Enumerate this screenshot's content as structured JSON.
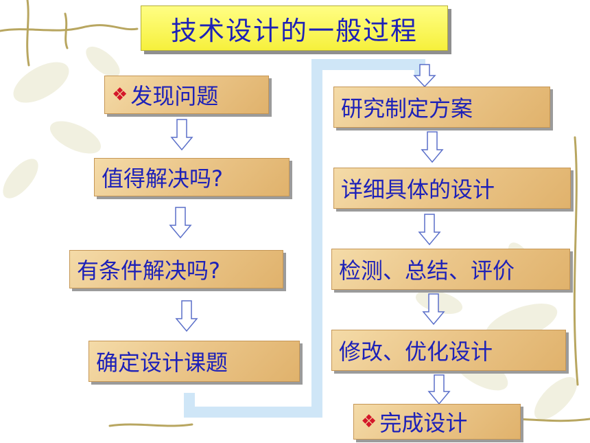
{
  "title": "技术设计的一般过程",
  "bullet_icon": "diamond-cluster-icon",
  "colors": {
    "text": "#1d21b8",
    "title_fill": "#fbf65a",
    "box_fill": "#ebc68a",
    "bullet": "#d4172a",
    "connector": "#cfe6f7"
  },
  "left_steps": [
    "发现问题",
    "值得解决吗?",
    "有条件解决吗?",
    "确定设计课题"
  ],
  "right_steps": [
    "研究制定方案",
    "详细具体的设计",
    "检测、总结、评价",
    "修改、优化设计",
    "完成设计"
  ]
}
